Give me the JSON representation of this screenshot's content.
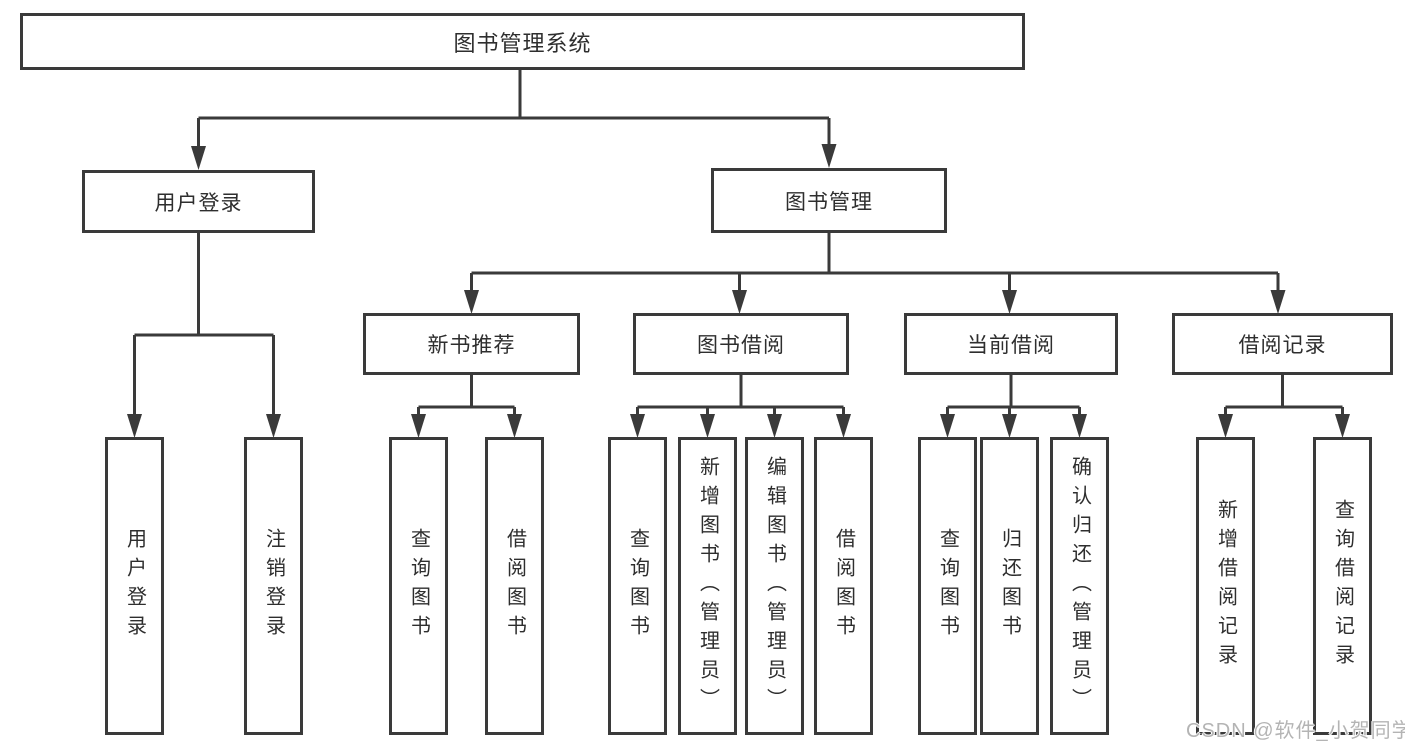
{
  "diagram": {
    "root": {
      "label": "图书管理系统"
    },
    "level2": {
      "user_login": {
        "label": "用户登录"
      },
      "book_management": {
        "label": "图书管理"
      }
    },
    "level3": {
      "new_book_recommendation": {
        "label": "新书推荐"
      },
      "book_borrowing": {
        "label": "图书借阅"
      },
      "current_borrowing": {
        "label": "当前借阅"
      },
      "borrowing_records": {
        "label": "借阅记录"
      }
    },
    "leaves": {
      "user_login": {
        "login": "用户登录",
        "logout": "注销登录"
      },
      "new_book_recommendation": {
        "query_books": "查询图书",
        "borrow_books": "借阅图书"
      },
      "book_borrowing": {
        "query_books": "查询图书",
        "add_books": "新增图书（管理员）",
        "edit_books": "编辑图书（管理员）",
        "borrow_books": "借阅图书"
      },
      "current_borrowing": {
        "query_books": "查询图书",
        "return_books": "归还图书",
        "confirm_return": "确认归还（管理员）"
      },
      "borrowing_records": {
        "add_record": "新增借阅记录",
        "query_record": "查询借阅记录"
      }
    }
  },
  "watermark": "CSDN @软件_小贺同学",
  "colors": {
    "line": "#3a3a3a",
    "text": "#2e2e2e",
    "watermark": "#b4b4b4",
    "background": "#ffffff"
  }
}
